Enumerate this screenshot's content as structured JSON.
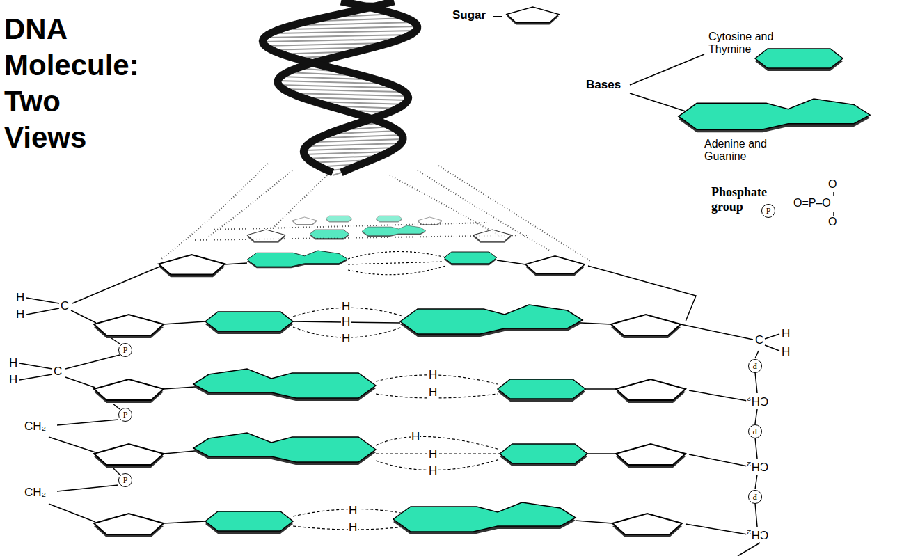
{
  "diagram": {
    "title": "DNA Molecule: Two Views",
    "labels": [
      "Sugar",
      "Cytosine and Thymine",
      "Bases",
      "Adenine and Guanine",
      "Phosphate group",
      "P",
      "O",
      "O=P–O⁻",
      "O⁻",
      "H",
      "H",
      "C",
      "H",
      "H",
      "H",
      "C",
      "H",
      "H",
      "P",
      "H",
      "H",
      "C",
      "P",
      "H",
      "H",
      "CH₂",
      "P",
      "CH₂",
      "P",
      "H",
      "H",
      "H",
      "CH₂",
      "P",
      "CH₂",
      "P",
      "H",
      "H",
      "CH₂"
    ]
  }
}
